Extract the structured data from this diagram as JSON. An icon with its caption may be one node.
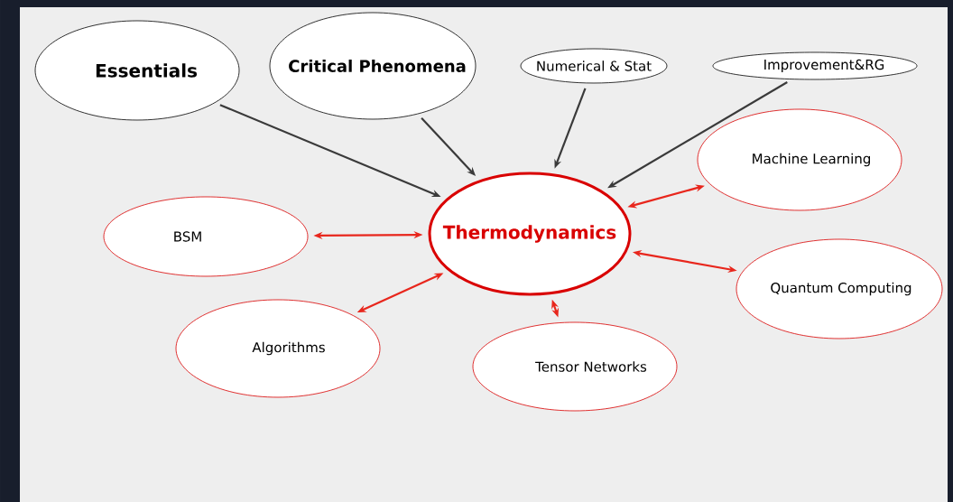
{
  "diagram": {
    "nodes": [
      {
        "text": [
          "Essentials"
        ]
      },
      {
        "text": [
          "Critical Phenomena"
        ]
      },
      {
        "text": [
          "Numerical & Stat"
        ]
      },
      {
        "text": [
          "Improvement&RG"
        ]
      },
      {
        "text": [
          "Thermodynamics"
        ]
      },
      {
        "text": [
          "Machine Learning"
        ]
      },
      {
        "text": [
          "BSM"
        ]
      },
      {
        "text": [
          "Algorithms"
        ]
      },
      {
        "text": [
          "Tensor Networks"
        ]
      },
      {
        "text": [
          "Quantum Computing"
        ]
      }
    ],
    "edges": [
      {
        "from": 0,
        "to": 4,
        "arrow": "to",
        "color": "#3a3a3a"
      },
      {
        "from": 1,
        "to": 4,
        "arrow": "to",
        "color": "#3a3a3a"
      },
      {
        "from": 2,
        "to": 4,
        "arrow": "to",
        "color": "#3a3a3a"
      },
      {
        "from": 3,
        "to": 4,
        "arrow": "to",
        "color": "#3a3a3a"
      },
      {
        "from": 4,
        "to": 5,
        "arrow": "both"
      },
      {
        "from": 6,
        "to": 4,
        "arrow": "both"
      },
      {
        "from": 7,
        "to": 4,
        "arrow": "both"
      },
      {
        "from": 4,
        "to": 8,
        "arrow": "both"
      },
      {
        "from": 4,
        "to": 9,
        "arrow": "both"
      }
    ]
  }
}
